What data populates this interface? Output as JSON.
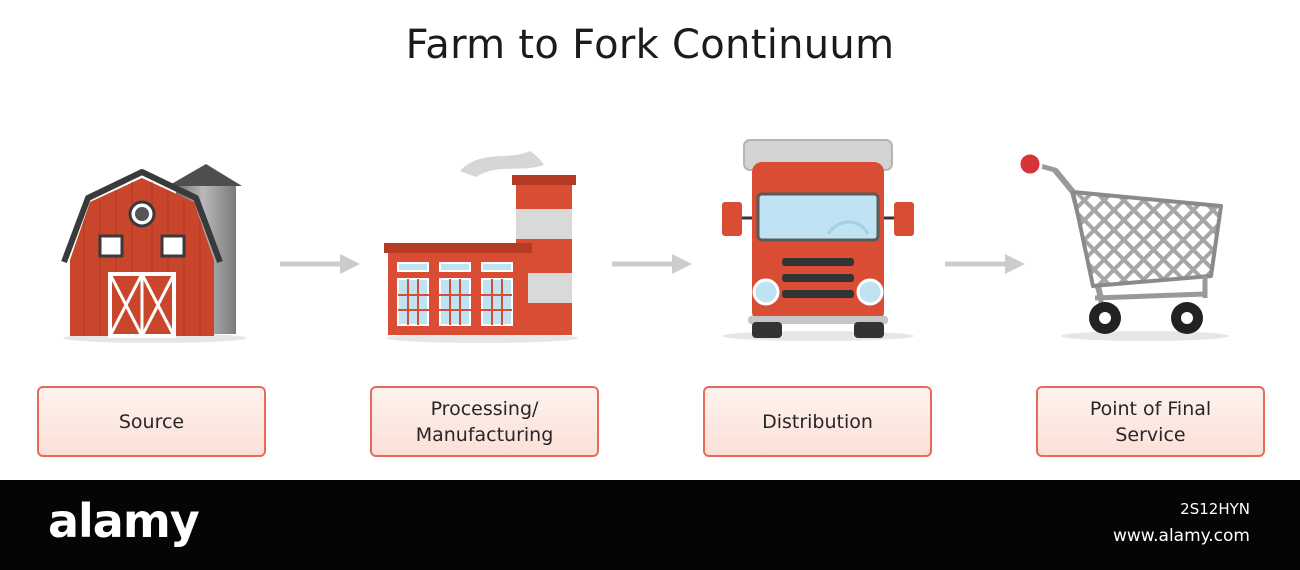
{
  "title": "Farm to Fork Continuum",
  "stages": [
    {
      "label": "Source",
      "icon": "barn-silo-icon"
    },
    {
      "label": "Processing/\nManufacturing",
      "icon": "factory-icon"
    },
    {
      "label": "Distribution",
      "icon": "truck-icon"
    },
    {
      "label": "Point of Final\nService",
      "icon": "shopping-cart-icon"
    }
  ],
  "connector": "arrow-right-icon",
  "colors": {
    "accent_red": "#d94d34",
    "box_border": "#ea6a5a",
    "box_fill": "#fbe0d8",
    "arrow_gray": "#cccccc"
  },
  "watermark": {
    "logo": "alamy",
    "image_id": "2S12HYN",
    "site": "www.alamy.com"
  }
}
